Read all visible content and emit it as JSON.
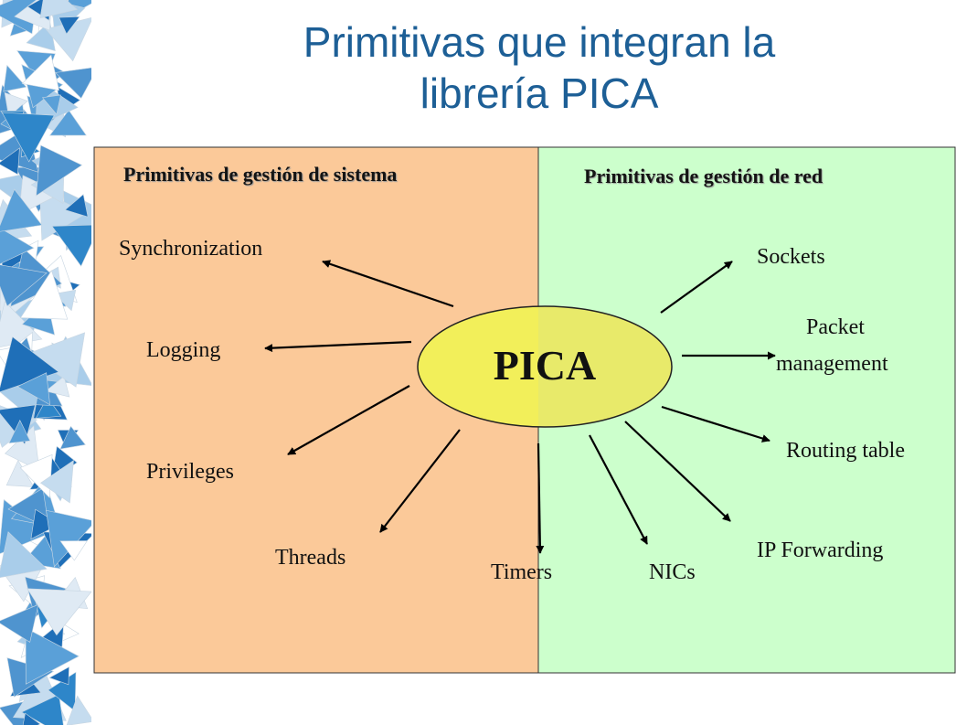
{
  "slide": {
    "title_line1": "Primitivas que integran la",
    "title_line2": "librería PICA"
  },
  "diagram": {
    "center_label": "PICA",
    "system_panel": {
      "heading": "Primitivas de gestión de sistema",
      "fill": "#fbc999",
      "items": [
        "Synchronization",
        "Logging",
        "Privileges",
        "Threads"
      ]
    },
    "network_panel": {
      "heading": "Primitivas de gestión de red",
      "fill": "#ccffcc",
      "items": [
        "Sockets",
        "Packet",
        "management",
        "Routing table",
        "IP Forwarding",
        "NICs"
      ]
    },
    "shared_item": "Timers",
    "ellipse_fill": "#f2ef5a",
    "accent": "#1d5f96"
  }
}
